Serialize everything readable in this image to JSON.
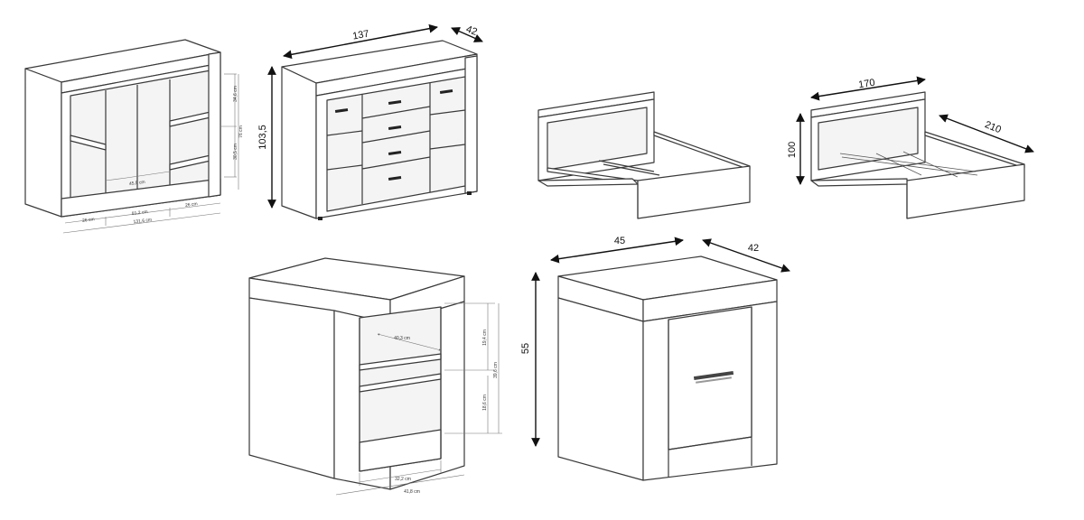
{
  "colors": {
    "line": "#3a3a3a",
    "dimension": "#111111",
    "background": "#ffffff"
  },
  "items": {
    "open_sideboard": {
      "labels": {
        "total_width": "131,6 cm",
        "side_width": "26 cm",
        "center_width": "81,2 cm",
        "right_width": "26 cm",
        "inner_width": "45,5 cm",
        "upper_height": "34,6 cm",
        "lower_height": "30,5 cm",
        "total_height": "76 cm"
      }
    },
    "chest_of_drawers": {
      "width": "137",
      "depth": "42",
      "height": "103,5"
    },
    "bed_frame": {},
    "bed_with_slats": {
      "width": "170",
      "length": "210",
      "height": "100"
    },
    "open_nightstand": {
      "labels": {
        "inner_width": "40,3 cm",
        "upper_height": "19,4 cm",
        "total_inner_height": "39,6 cm",
        "lower_height": "18,6 cm",
        "bottom_inner_width": "32,2 cm",
        "bottom_width": "41,8 cm"
      }
    },
    "door_nightstand": {
      "width": "45",
      "depth": "42",
      "height": "55"
    }
  }
}
